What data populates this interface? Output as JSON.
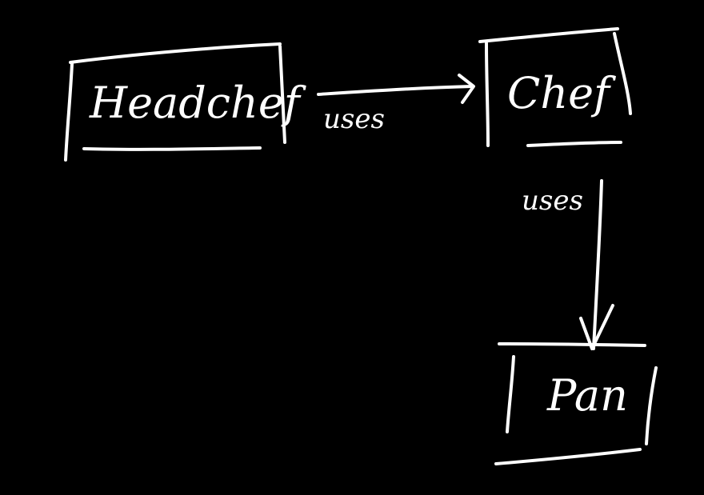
{
  "diagram": {
    "background": "#000000",
    "ink": "#ffffff",
    "nodes": [
      {
        "id": "headchef",
        "label": "Headchef"
      },
      {
        "id": "chef",
        "label": "Chef"
      },
      {
        "id": "pan",
        "label": "Pan"
      }
    ],
    "edges": [
      {
        "from": "headchef",
        "to": "chef",
        "label": "uses"
      },
      {
        "from": "chef",
        "to": "pan",
        "label": "uses"
      }
    ]
  }
}
